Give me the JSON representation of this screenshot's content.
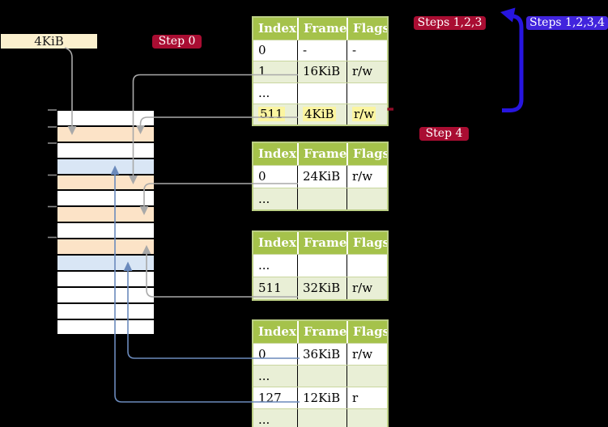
{
  "legend_box": {
    "label": "4KiB"
  },
  "badges": {
    "step0": {
      "label": "Step 0"
    },
    "steps123": {
      "label": "Steps 1,2,3"
    },
    "steps1234": {
      "label": "Steps 1,2,3,4"
    },
    "step4": {
      "label": "Step 4"
    }
  },
  "tables": [
    {
      "name": "page-table-1",
      "headers": [
        "Index",
        "Frame",
        "Flags"
      ],
      "rows": [
        {
          "cells": [
            "0",
            "-",
            "-"
          ],
          "shaded": false,
          "highlighted": false
        },
        {
          "cells": [
            "1",
            "16KiB",
            "r/w"
          ],
          "shaded": true,
          "highlighted": false
        },
        {
          "cells": [
            "...",
            "",
            ""
          ],
          "shaded": false,
          "highlighted": false
        },
        {
          "cells": [
            "511",
            "4KiB",
            "r/w"
          ],
          "shaded": true,
          "highlighted": true
        }
      ]
    },
    {
      "name": "page-table-2",
      "headers": [
        "Index",
        "Frame",
        "Flags"
      ],
      "rows": [
        {
          "cells": [
            "0",
            "24KiB",
            "r/w"
          ],
          "shaded": false,
          "highlighted": false
        },
        {
          "cells": [
            "...",
            "",
            ""
          ],
          "shaded": true,
          "highlighted": false
        }
      ]
    },
    {
      "name": "page-table-3",
      "headers": [
        "Index",
        "Frame",
        "Flags"
      ],
      "rows": [
        {
          "cells": [
            "...",
            "",
            ""
          ],
          "shaded": false,
          "highlighted": false
        },
        {
          "cells": [
            "511",
            "32KiB",
            "r/w"
          ],
          "shaded": true,
          "highlighted": false
        }
      ]
    },
    {
      "name": "page-table-4",
      "headers": [
        "Index",
        "Frame",
        "Flags"
      ],
      "rows": [
        {
          "cells": [
            "0",
            "36KiB",
            "r/w"
          ],
          "shaded": false,
          "highlighted": false
        },
        {
          "cells": [
            "...",
            "",
            ""
          ],
          "shaded": true,
          "highlighted": false
        },
        {
          "cells": [
            "127",
            "12KiB",
            "r"
          ],
          "shaded": false,
          "highlighted": false
        },
        {
          "cells": [
            "...",
            "",
            ""
          ],
          "shaded": true,
          "highlighted": false
        }
      ]
    }
  ],
  "memory_strip": {
    "rows": [
      "white",
      "peach",
      "white",
      "blue",
      "peach",
      "white",
      "peach",
      "white",
      "peach",
      "blue",
      "white",
      "white",
      "white",
      "white"
    ],
    "palette": {
      "white": "#ffffff",
      "peach": "#fce3c7",
      "blue": "#d9e6f5"
    }
  },
  "connectors": [
    {
      "id": "arrow-4kib-label-to-frame-4kib",
      "color": "gray",
      "from": "4KiB legend box",
      "to": "memory frame 4KiB"
    },
    {
      "id": "arrow-t1-row1-to-frame-16kib",
      "color": "gray",
      "from": "table1 index 1",
      "to": "memory frame 16KiB"
    },
    {
      "id": "arrow-t1-row511-to-frame-4kib",
      "color": "gray",
      "from": "table1 index 511",
      "to": "memory frame 4KiB"
    },
    {
      "id": "arrow-t2-row0-to-frame-24kib",
      "color": "gray",
      "from": "table2 index 0",
      "to": "memory frame 24KiB"
    },
    {
      "id": "arrow-t3-row511-to-frame-32kib",
      "color": "gray",
      "from": "table3 index 511",
      "to": "memory frame 32KiB"
    },
    {
      "id": "arrow-t4-row0-to-frame-36kib",
      "color": "blue",
      "from": "table4 index 0",
      "to": "memory frame 36KiB"
    },
    {
      "id": "arrow-t4-row127-to-frame-12kib",
      "color": "blue",
      "from": "table4 index 127",
      "to": "memory frame 12KiB"
    },
    {
      "id": "arrow-steps-loop",
      "color": "thick-blue",
      "from": "table1 row 511",
      "to": "steps badges"
    }
  ],
  "colors": {
    "badge_red": "#a90d32",
    "badge_blue": "#4124dd",
    "badge_text": "#ffffff",
    "table_header_bg": "#a5c24b",
    "table_border": "#bccf85",
    "table_row_shaded": "#e9efd6",
    "row_separator": "#c9d69f",
    "cell_divider": "#000000",
    "highlight": "#fbf5a0",
    "legend_bg": "#fbf0ce",
    "connector_gray": "#a9a9a9",
    "connector_blue": "#6b8abc",
    "arrow_thick_blue": "#2715e0",
    "red_dash": "#8f0d28",
    "tick_gray": "#8a8a8a"
  }
}
